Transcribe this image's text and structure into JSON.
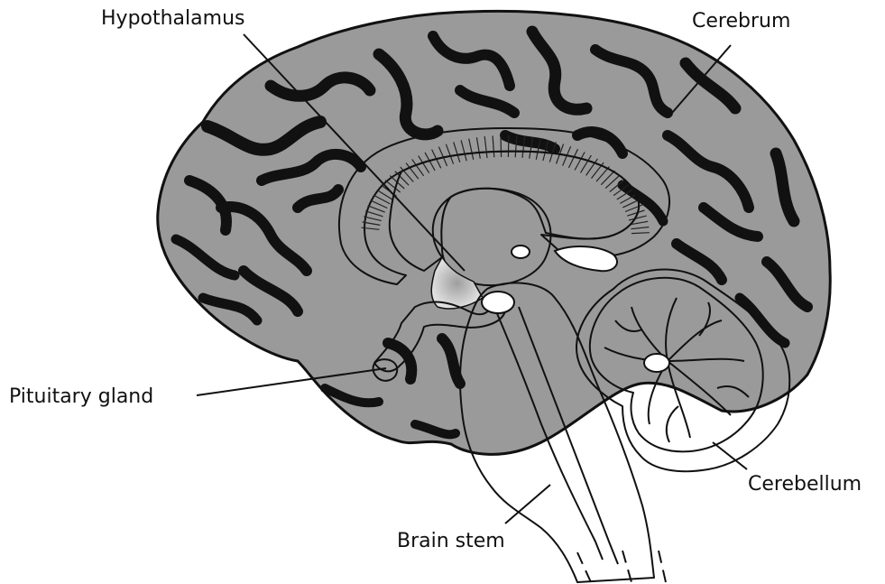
{
  "diagram": {
    "labels": {
      "hypothalamus": "Hypothalamus",
      "cerebrum": "Cerebrum",
      "pituitary_gland": "Pituitary gland",
      "cerebellum": "Cerebellum",
      "brain_stem": "Brain stem"
    },
    "colors": {
      "cortex": "#9a9a9a",
      "sulci": "#111111",
      "white_matter": "#ffffff",
      "cerebellum_shade": "#b5b5b5",
      "hypothalamus_shade": "#b0b0b0"
    }
  }
}
